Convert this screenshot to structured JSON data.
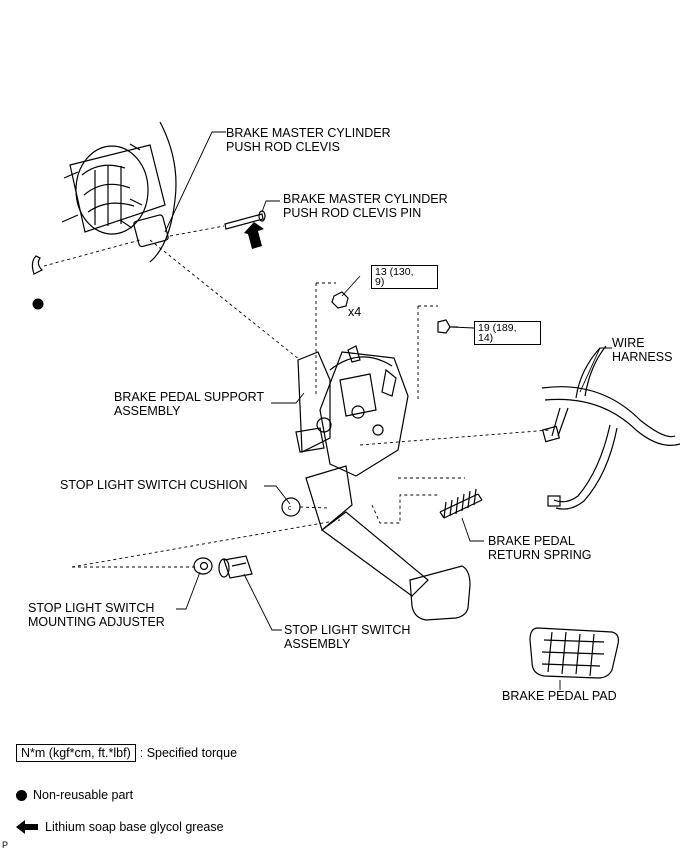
{
  "labels": {
    "clevis": "BRAKE MASTER CYLINDER\nPUSH ROD CLEVIS",
    "clevis_pin": "BRAKE MASTER CYLINDER\nPUSH ROD CLEVIS PIN",
    "support": "BRAKE PEDAL SUPPORT\nASSEMBLY",
    "wire": "WIRE\nHARNESS",
    "cushion": "STOP LIGHT SWITCH CUSHION",
    "spring": "BRAKE PEDAL\nRETURN SPRING",
    "adjuster": "STOP LIGHT SWITCH\nMOUNTING ADJUSTER",
    "switch": "STOP LIGHT SWITCH\nASSEMBLY",
    "pad": "BRAKE PEDAL PAD",
    "x4": "x4"
  },
  "torques": {
    "t1": "13 (130,\n9)",
    "t2": "19 (189,\n14)"
  },
  "legend": {
    "torque_box": "N*m (kgf*cm, ft.*lbf)",
    "torque_text": ": Specified torque",
    "nonreusable": "Non-reusable part",
    "grease": "Lithium soap base glycol grease"
  },
  "corner_mark": "P"
}
